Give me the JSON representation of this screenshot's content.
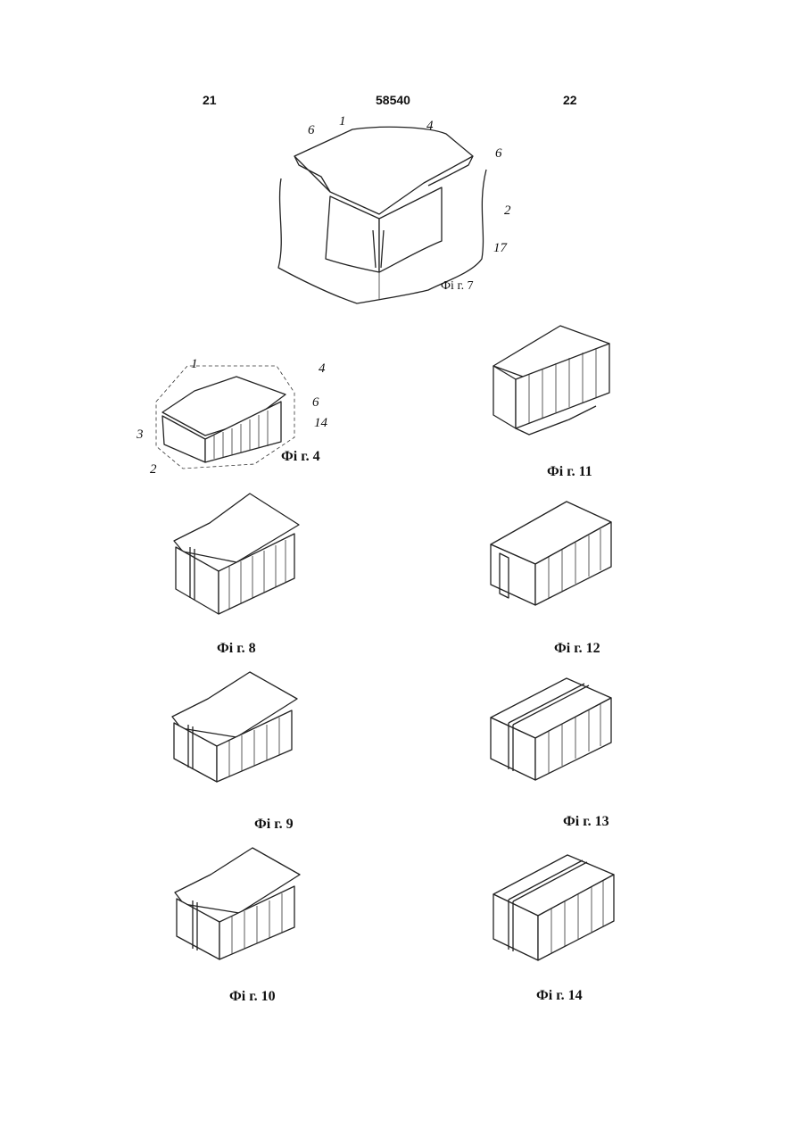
{
  "header": {
    "page_left": "21",
    "patent_number": "58540",
    "page_right": "22"
  },
  "figures": {
    "fig7": {
      "caption": "Фі г. 7",
      "refs": [
        "1",
        "4",
        "6",
        "6",
        "2",
        "17"
      ]
    },
    "fig4": {
      "caption": "Фі г. 4",
      "refs": [
        "1",
        "4",
        "6",
        "14",
        "3",
        "2"
      ]
    },
    "fig8": {
      "caption": "Фі г. 8"
    },
    "fig9": {
      "caption": "Фі г. 9"
    },
    "fig10": {
      "caption": "Фі г. 10"
    },
    "fig11": {
      "caption": "Фі г. 11"
    },
    "fig12": {
      "caption": "Фі г. 12"
    },
    "fig13": {
      "caption": "Фі г. 13"
    },
    "fig14": {
      "caption": "Фі г. 14"
    }
  }
}
